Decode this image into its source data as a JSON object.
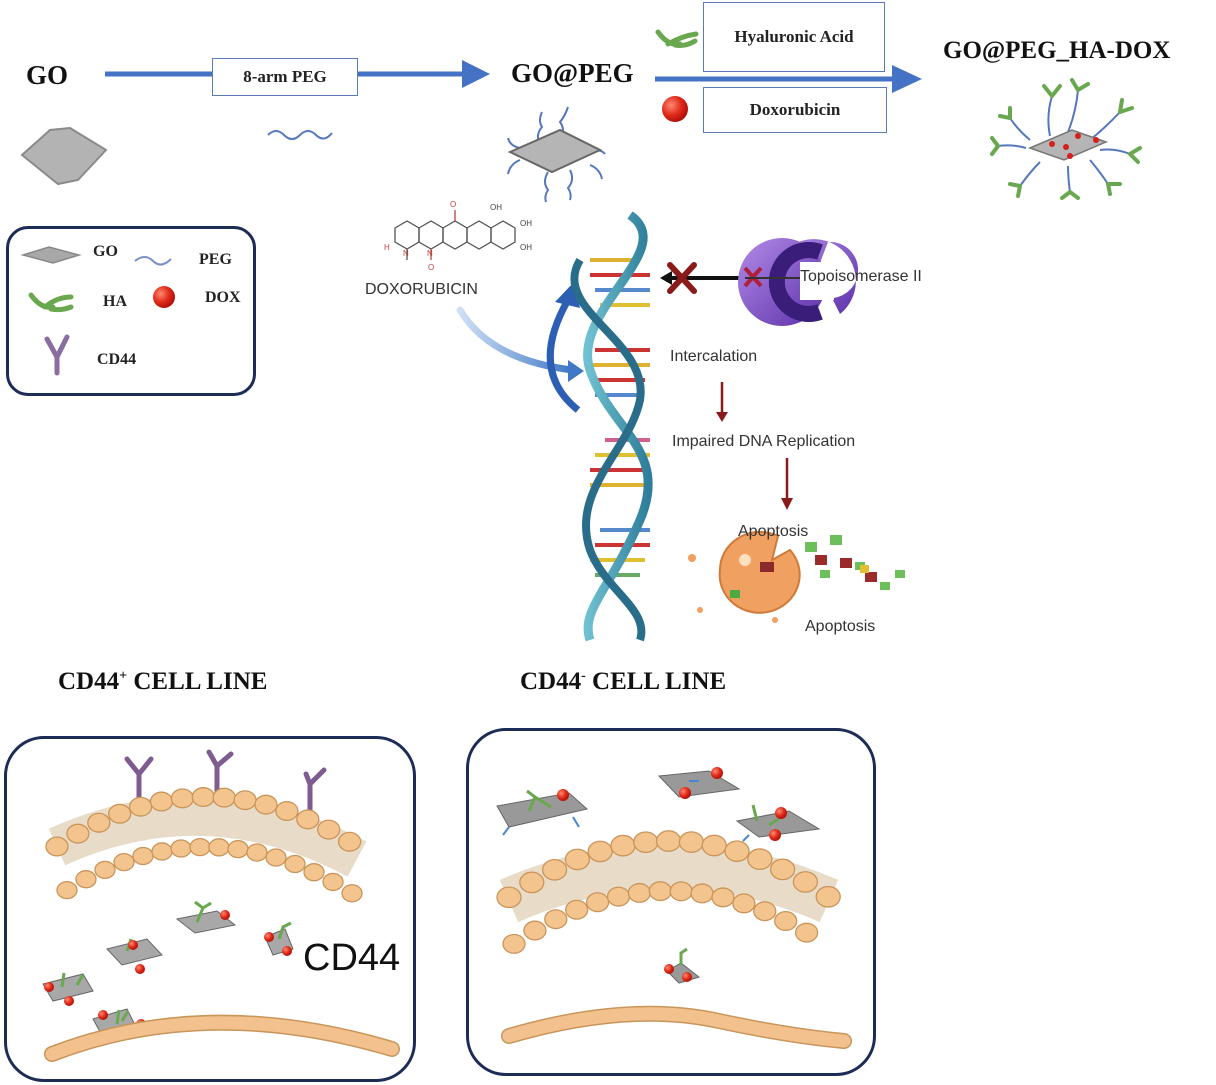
{
  "synthesis": {
    "start_label": "GO",
    "step1_reagent": "8-arm PEG",
    "intermediate_label": "GO@PEG",
    "step2_reagent_a": "Hyaluronic Acid",
    "step2_reagent_b": "Doxorubicin",
    "product_label": "GO@PEG_HA-DOX"
  },
  "legend": {
    "items": [
      {
        "icon": "go-sheet-icon",
        "label": "GO"
      },
      {
        "icon": "peg-chain-icon",
        "label": "PEG"
      },
      {
        "icon": "ha-icon",
        "label": "HA"
      },
      {
        "icon": "dox-sphere-icon",
        "label": "DOX"
      },
      {
        "icon": "cd44-receptor-icon",
        "label": "CD44"
      }
    ]
  },
  "mechanism": {
    "drug_name": "DOXORUBICIN",
    "enzyme": "Topoisomerase II",
    "steps": [
      "Intercalation",
      "Impaired DNA Replication",
      "Apoptosis"
    ],
    "cell_label": "Apoptosis",
    "structure_labels": {
      "oh1": "OH",
      "oh2": "OH",
      "oh3": "OH",
      "o": "O",
      "n1": "N",
      "n2": "N",
      "h": "H"
    }
  },
  "cell_lines": {
    "positive": {
      "base": "CD44",
      "sup": "+",
      "rest": " CELL LINE",
      "receptor_label": "CD44"
    },
    "negative": {
      "base": "CD44",
      "sup": "-",
      "rest": " CELL LINE"
    }
  },
  "colors": {
    "arrow_blue": "#4472c4",
    "box_border": "#1d2b57",
    "go_gray": "#a9a9a9",
    "peg_blue": "#5577bb",
    "ha_green": "#6aa84f",
    "dox_red": "#dd2222",
    "cd44_purple": "#7e5c8f",
    "membrane_orange": "#f2c18d",
    "enzyme_purple": "#7b4fc9",
    "pathway_red": "#8b1a1a"
  }
}
